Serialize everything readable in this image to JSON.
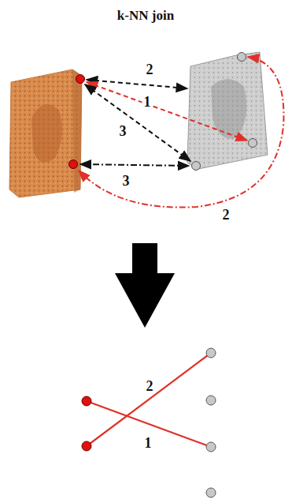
{
  "diagram": {
    "title": "k-NN join",
    "labels": [
      "2",
      "1",
      "3",
      "3",
      "2",
      "2",
      "1"
    ]
  }
}
